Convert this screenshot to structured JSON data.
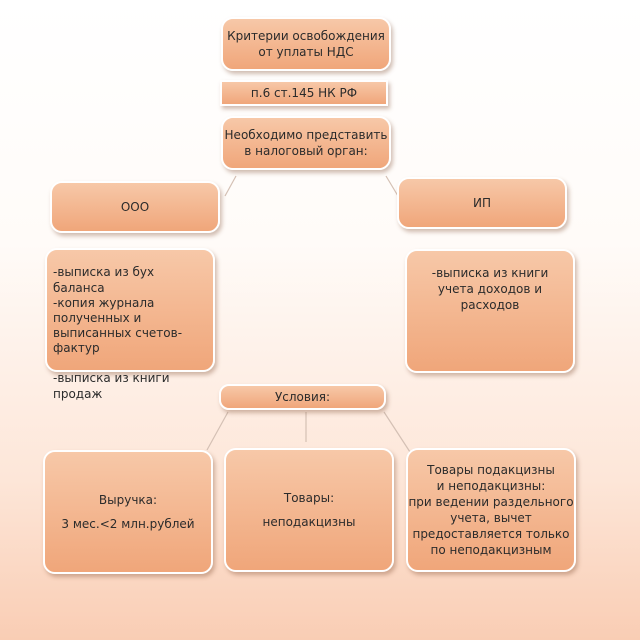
{
  "title_box": {
    "lines": [
      "Критерии освобождения",
      "от уплаты НДС"
    ]
  },
  "law_ref": "п.6 ст.145 НК РФ",
  "submit_box": {
    "lines": [
      "Необходимо представить",
      "в налоговый орган:"
    ]
  },
  "ooo": {
    "label": "ООО",
    "items": [
      "-выписка из бух баланса",
      "-копия журнала полученных и выписанных счетов-фактур",
      "-выписка из книги продаж"
    ]
  },
  "ip": {
    "label": "ИП",
    "items": [
      "-выписка из книги учета доходов и расходов"
    ]
  },
  "conditions_label": "Условия:",
  "conditions": [
    {
      "lines": [
        "Выручка:",
        "3 мес.<2 млн.рублей"
      ]
    },
    {
      "lines": [
        "Товары:",
        "неподакцизны"
      ]
    },
    {
      "lines": [
        "Товары подакцизны",
        "и неподакцизны:",
        "при ведении раздельного",
        "учета, вычет",
        "предоставляется только",
        "по неподакцизным"
      ]
    }
  ]
}
